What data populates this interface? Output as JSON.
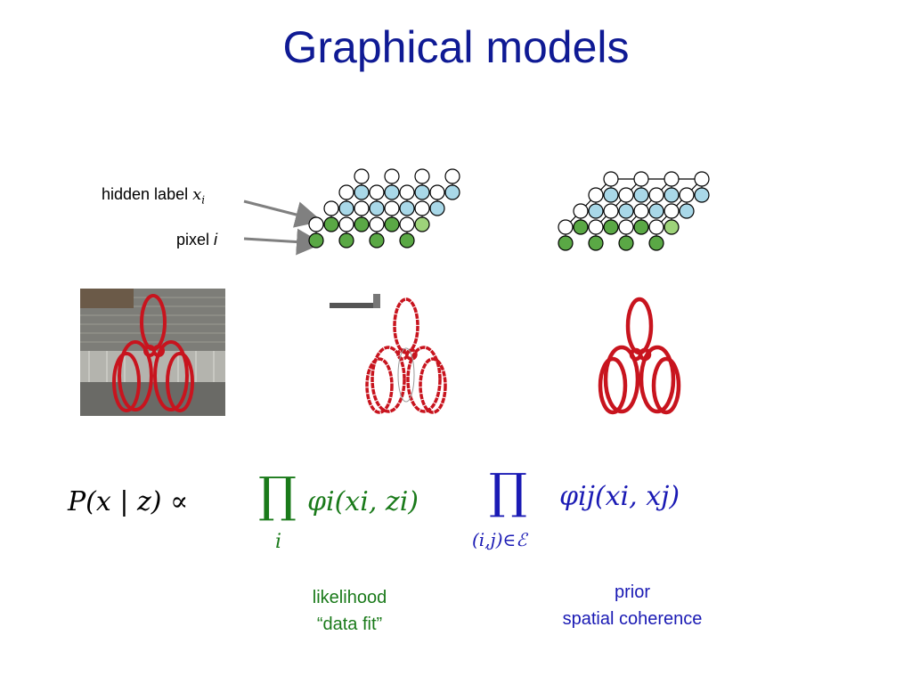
{
  "title": "Graphical models",
  "labels": {
    "hidden_label_text": "hidden label",
    "hidden_label_math": "x",
    "hidden_label_sub": "i",
    "pixel_text": "pixel",
    "pixel_math": "i"
  },
  "equation": {
    "lhs": "P(x | z) ∝",
    "likelihood_product": "∏",
    "likelihood_index": "i",
    "likelihood_term": "φi(xi, zi)",
    "prior_product": "∏",
    "prior_index": "(i,j)∈ℰ",
    "prior_term": "φij(xi, xj)"
  },
  "captions": {
    "likelihood_line1": "likelihood",
    "likelihood_line2": "“data fit”",
    "prior_line1": "prior",
    "prior_line2": "spatial coherence"
  },
  "colors": {
    "title": "#0f1a94",
    "likelihood": "#1a7a1a",
    "prior": "#1a1ab4",
    "hidden_node": "#a9d8e8",
    "pixel_node": "#5aa845",
    "light_pixel_node": "#9ed37a",
    "sculpture_red": "#c8141e"
  }
}
